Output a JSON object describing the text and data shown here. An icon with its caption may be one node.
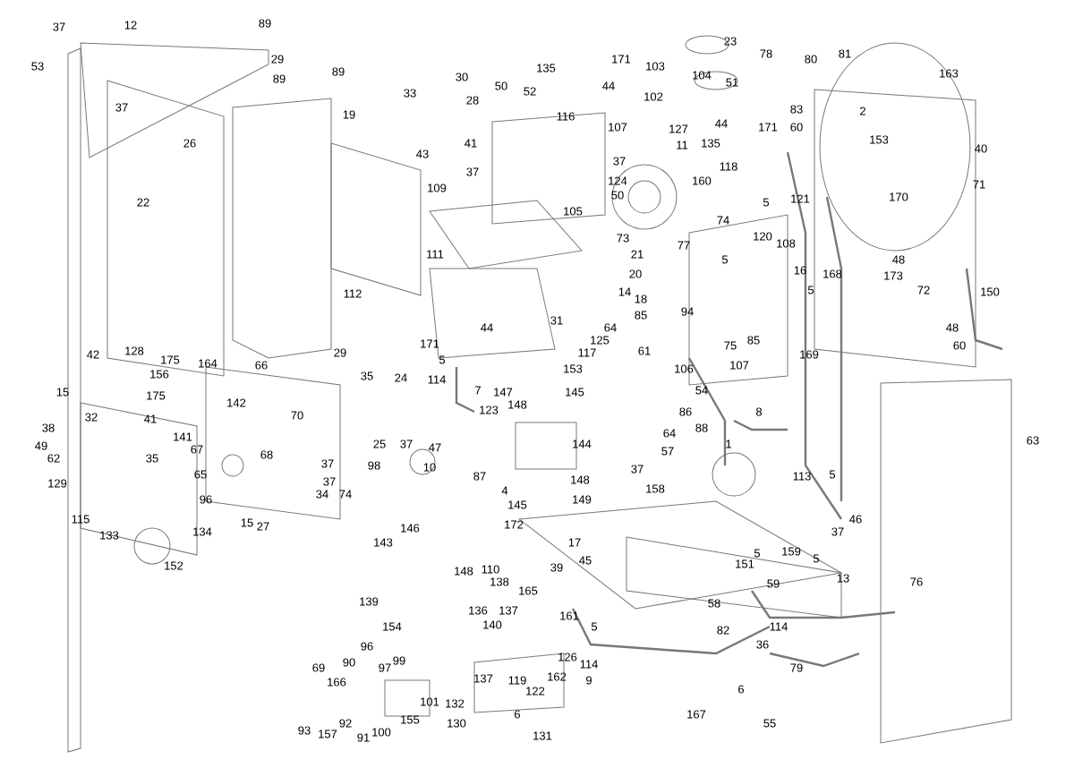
{
  "diagram": {
    "labels": [
      "37",
      "12",
      "89",
      "29",
      "89",
      "89",
      "53",
      "37",
      "19",
      "26",
      "22",
      "42",
      "128",
      "175",
      "164",
      "66",
      "156",
      "29",
      "30",
      "135",
      "171",
      "103",
      "104",
      "33",
      "28",
      "50",
      "52",
      "44",
      "102",
      "116",
      "107",
      "127",
      "41",
      "11",
      "135",
      "43",
      "37",
      "37",
      "124",
      "160",
      "109",
      "50",
      "105",
      "73",
      "21",
      "77",
      "111",
      "112",
      "20",
      "14",
      "18",
      "85",
      "94",
      "44",
      "31",
      "64",
      "125",
      "171",
      "117",
      "61",
      "5",
      "153",
      "106",
      "114",
      "35",
      "24",
      "23",
      "78",
      "80",
      "81",
      "163",
      "51",
      "83",
      "2",
      "44",
      "171",
      "60",
      "153",
      "40",
      "71",
      "118",
      "5",
      "121",
      "170",
      "74",
      "120",
      "108",
      "5",
      "48",
      "16",
      "168",
      "173",
      "5",
      "72",
      "150",
      "48",
      "60",
      "85",
      "75",
      "169",
      "107",
      "15",
      "175",
      "142",
      "32",
      "41",
      "70",
      "38",
      "141",
      "49",
      "67",
      "68",
      "62",
      "35",
      "37",
      "65",
      "129",
      "37",
      "96",
      "34",
      "74",
      "115",
      "15",
      "27",
      "133",
      "134",
      "152",
      "7",
      "147",
      "145",
      "54",
      "148",
      "123",
      "86",
      "25",
      "37",
      "47",
      "144",
      "64",
      "88",
      "98",
      "10",
      "87",
      "57",
      "37",
      "148",
      "4",
      "149",
      "158",
      "145",
      "172",
      "146",
      "143",
      "17",
      "45",
      "39",
      "148",
      "110",
      "138",
      "139",
      "165",
      "136",
      "137",
      "161",
      "154",
      "140",
      "5",
      "96",
      "97",
      "99",
      "126",
      "114",
      "137",
      "119",
      "162",
      "9",
      "101",
      "132",
      "122",
      "6",
      "155",
      "130",
      "91",
      "100",
      "131",
      "167",
      "58",
      "69",
      "90",
      "166",
      "93",
      "157",
      "92",
      "8",
      "1",
      "63",
      "113",
      "5",
      "46",
      "37",
      "5",
      "159",
      "5",
      "151",
      "13",
      "59",
      "76",
      "82",
      "114",
      "36",
      "79",
      "6",
      "55"
    ]
  }
}
